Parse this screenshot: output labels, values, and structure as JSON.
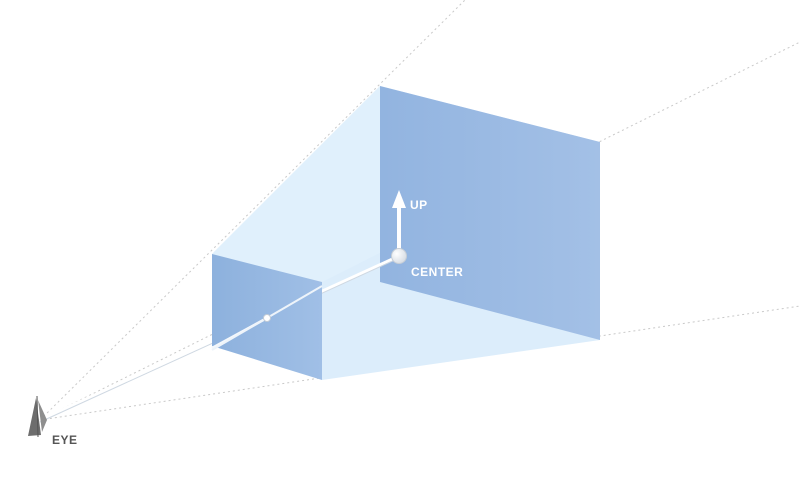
{
  "diagram": {
    "labels": {
      "up": "UP",
      "center": "CENTER",
      "eye": "EYE"
    },
    "icons": {
      "eye": "eye-sail-icon",
      "up": "up-arrow-icon",
      "center": "center-point-icon",
      "near_point": "near-point-icon"
    },
    "colors": {
      "far_plane": "#9cbbe3",
      "near_plane": "#8fb3df",
      "frustum_fill": "#ddeffc",
      "frustum_side": "#e6f3fd",
      "guide_line": "#c9c9c9",
      "label_light": "#ffffff",
      "label_dark": "#555555"
    }
  }
}
